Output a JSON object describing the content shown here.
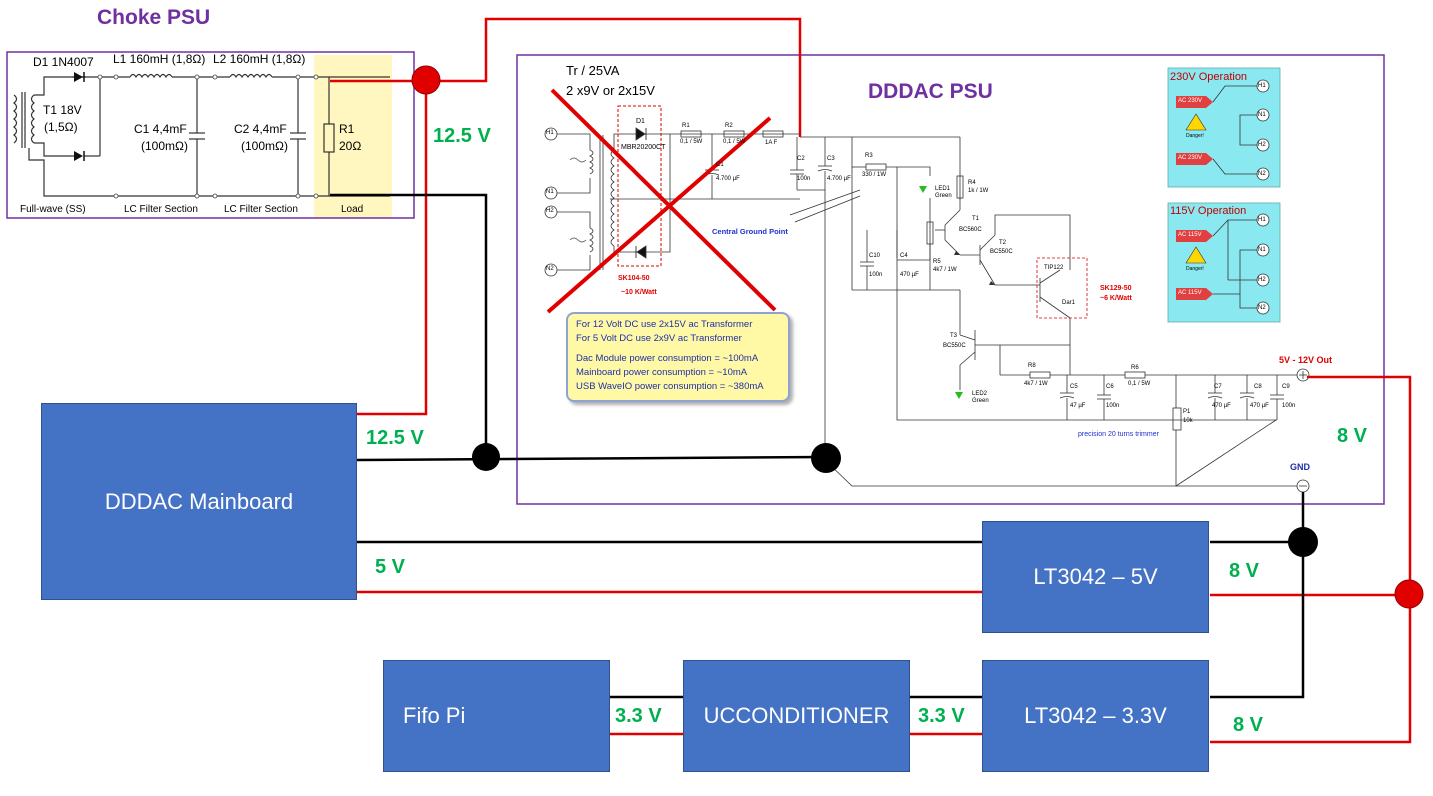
{
  "choke_psu": {
    "title": "Choke PSU",
    "d1": "D1 1N4007",
    "l1": "L1 160mH (1,8Ω)",
    "l2": "L2 160mH (1,8Ω)",
    "t1_line1": "T1 18V",
    "t1_line2": "(1,5Ω)",
    "c1_line1": "C1 4,4mF",
    "c1_line2": "(100mΩ)",
    "c2_line1": "C2 4,4mF",
    "c2_line2": "(100mΩ)",
    "r1_line1": "R1",
    "r1_line2": "20Ω",
    "section_fullwave": "Full-wave (SS)",
    "section_lc1": "LC Filter Section",
    "section_lc2": "LC Filter Section",
    "section_load": "Load"
  },
  "dddac_psu": {
    "title": "DDDAC PSU",
    "transformer_line1": "Tr / 25VA",
    "transformer_line2": "2 x9V  or  2x15V",
    "h1": "H1",
    "n1": "N1",
    "h2": "H2",
    "n2": "N2",
    "d1": "D1",
    "d1_part": "MBR20200CT",
    "r1": "R1",
    "r1_val": "0,1 / 5W",
    "r2": "R2",
    "r2_val": "0,1 / 5W",
    "fuse": "1A F",
    "c1": "C1",
    "c1_val": "4.700 µF",
    "c2": "C2",
    "c2_val": "100n",
    "c3": "C3",
    "c3_val": "4.700 µF",
    "heatsink1": "SK104-50",
    "heatsink1_val": "~10 K/Watt",
    "central_ground": "Central Ground Point",
    "r3": "R3",
    "r3_val": "330 / 1W",
    "led1": "LED1",
    "led1_color": "Green",
    "r4": "R4",
    "r4_val": "1k / 1W",
    "t1": "T1",
    "t1_part": "BC560C",
    "t2": "T2",
    "t2_part": "BC550C",
    "tip": "TIP122",
    "dar1": "Dar1",
    "heatsink2": "SK129-50",
    "heatsink2_val": "~6 K/Watt",
    "c10": "C10",
    "c10_val": "100n",
    "c4": "C4",
    "c4_val": "470 µF",
    "r5": "R5",
    "r5_val": "4k7 / 1W",
    "t3": "T3",
    "t3_part": "BC550C",
    "led2": "LED2",
    "led2_color": "Green",
    "r8": "R8",
    "r8_val": "4k7 / 1W",
    "c5": "C5",
    "c5_val": "47 µF",
    "c6": "C6",
    "c6_val": "100n",
    "r6": "R6",
    "r6_val": "0,1 / 5W",
    "p1": "P1",
    "p1_val": "10k",
    "trimmer": "precision 20 turns trimmer",
    "c7": "C7",
    "c7_val": "470 µF",
    "c8": "C8",
    "c8_val": "470 µF",
    "c9": "C9",
    "c9_val": "100n",
    "out_label": "5V - 12V Out",
    "gnd_label": "GND",
    "note_lines": [
      "For 12 Volt DC use 2x15V ac Transformer",
      "For 5 Volt DC use 2x9V ac Transformer",
      "Dac Module power consumption = ~100mA",
      "Mainboard power consumption = ~10mA",
      "USB WaveIO power consumption = ~380mA"
    ],
    "op230": {
      "title": "230V Operation",
      "ac1": "AC 230V",
      "ac2": "AC 230V",
      "danger": "Danger!",
      "h1": "H1",
      "n1": "N1",
      "h2": "H2",
      "n2": "N2"
    },
    "op115": {
      "title": "115V Operation",
      "ac1": "AC 115V",
      "ac2": "AC 115V",
      "danger": "Danger!",
      "h1": "H1",
      "n1": "N1",
      "h2": "H2",
      "n2": "N2"
    }
  },
  "blocks": {
    "mainboard": "DDDAC Mainboard",
    "lt5": "LT3042 – 5V",
    "fifo": "Fifo Pi",
    "uccond": "UCCONDITIONER",
    "lt33": "LT3042 – 3.3V"
  },
  "voltages": {
    "choke_out": "12.5 V",
    "mainboard_in": "12.5 V",
    "psu_out": "8 V",
    "mainboard_5v": "5 V",
    "lt5_in": "8 V",
    "fifo_uccond": "3.3 V",
    "uccond_lt33": "3.3 V",
    "lt33_in": "8 V"
  },
  "colors": {
    "wire_red": "#e00000",
    "wire_black": "#000000",
    "block_blue": "#4472c4",
    "title_purple": "#7030a0",
    "voltage_green": "#00b050",
    "load_yellow": "#fff7bf",
    "op_cyan": "#8ae8f0"
  }
}
